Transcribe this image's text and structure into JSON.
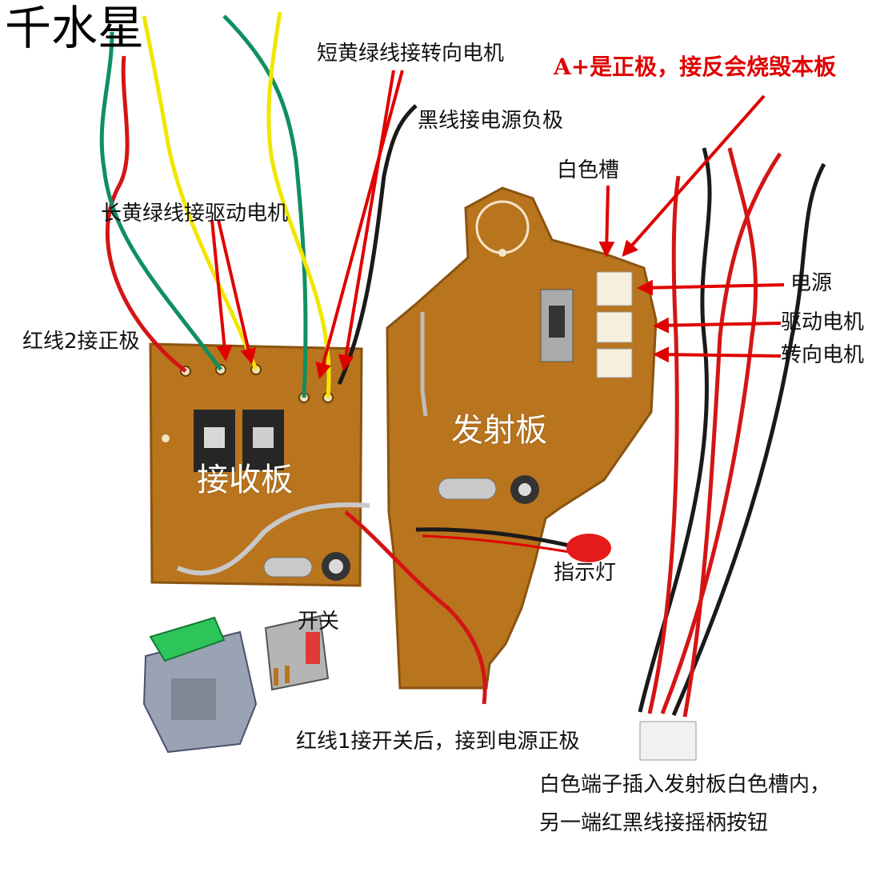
{
  "brand": "千水星",
  "warning": "A+是正极，接反会烧毁本板",
  "boards": {
    "receiver": "接收板",
    "transmitter": "发射板"
  },
  "labels": {
    "short_yellow_green": "短黄绿线接转向电机",
    "black_wire": "黑线接电源负极",
    "white_slot": "白色槽",
    "long_yellow_green": "长黄绿线接驱动电机",
    "power": "电源",
    "drive_motor": "驱动电机",
    "steer_motor": "转向电机",
    "red_wire_2": "红线2接正极",
    "indicator": "指示灯",
    "switch": "开关",
    "red_wire_1": "红线1接开关后，接到电源正极",
    "terminal_line1": "白色端子插入发射板白色槽内，",
    "terminal_line2": "另一端红黑线接摇柄按钮"
  },
  "colors": {
    "pcb": "#b9741e",
    "arrow_red": "#e00000",
    "wire_green": "#0f8f62",
    "wire_yellow": "#f2e600",
    "wire_red": "#d41515",
    "wire_black": "#1a1a1a"
  }
}
